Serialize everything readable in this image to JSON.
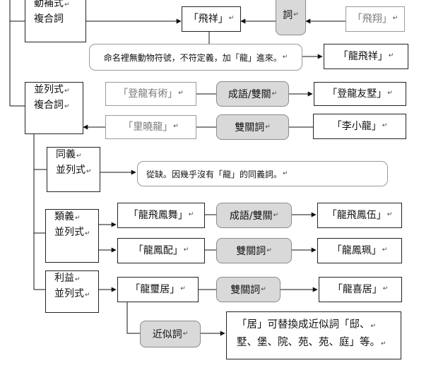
{
  "categories": {
    "buchong": [
      "動補式",
      "複合詞"
    ],
    "binglie": [
      "並列式",
      "複合詞"
    ],
    "tongyi": [
      "同義",
      "並列式"
    ],
    "leiyi": [
      "類義",
      "並列式"
    ],
    "liyi": [
      "利益",
      "並列式"
    ]
  },
  "nodes": {
    "feixiang": "「飛祥」",
    "ci_top": "詞",
    "feixiang2": "「飛翔」",
    "note_name": "命名裡無動物符號，不符定義，加「龍」進來。",
    "longfeixiang": "「龍飛祥」",
    "dengyouyou": "「登龍有術」",
    "chengyu1": "成語/雙關",
    "denglongyoushu": "「登龍友墅」",
    "lixiaolong_left": "「里曉龍」",
    "shuangguan1": "雙關詞",
    "lixiaolong": "「李小龍」",
    "note_missing": "從缺。因幾乎沒有「龍」的同義詞。",
    "longfeifengwu": "「龍飛鳳舞」",
    "chengyu2": "成語/雙關",
    "longfeifengwu2": "「龍飛鳳伍」",
    "longfengpei": "「龍鳳配」",
    "shuangguan2": "雙關詞",
    "longfengpei2": "「龍鳳珮」",
    "longxiju": "「龍璽居」",
    "shuangguan3": "雙關詞",
    "longxiju2": "「龍喜居」",
    "jinsi": "近似詞",
    "note_ju": [
      "「居」可替換成近似詞「邸、",
      "墅、堡、院、苑、苑、庭」等。"
    ]
  }
}
